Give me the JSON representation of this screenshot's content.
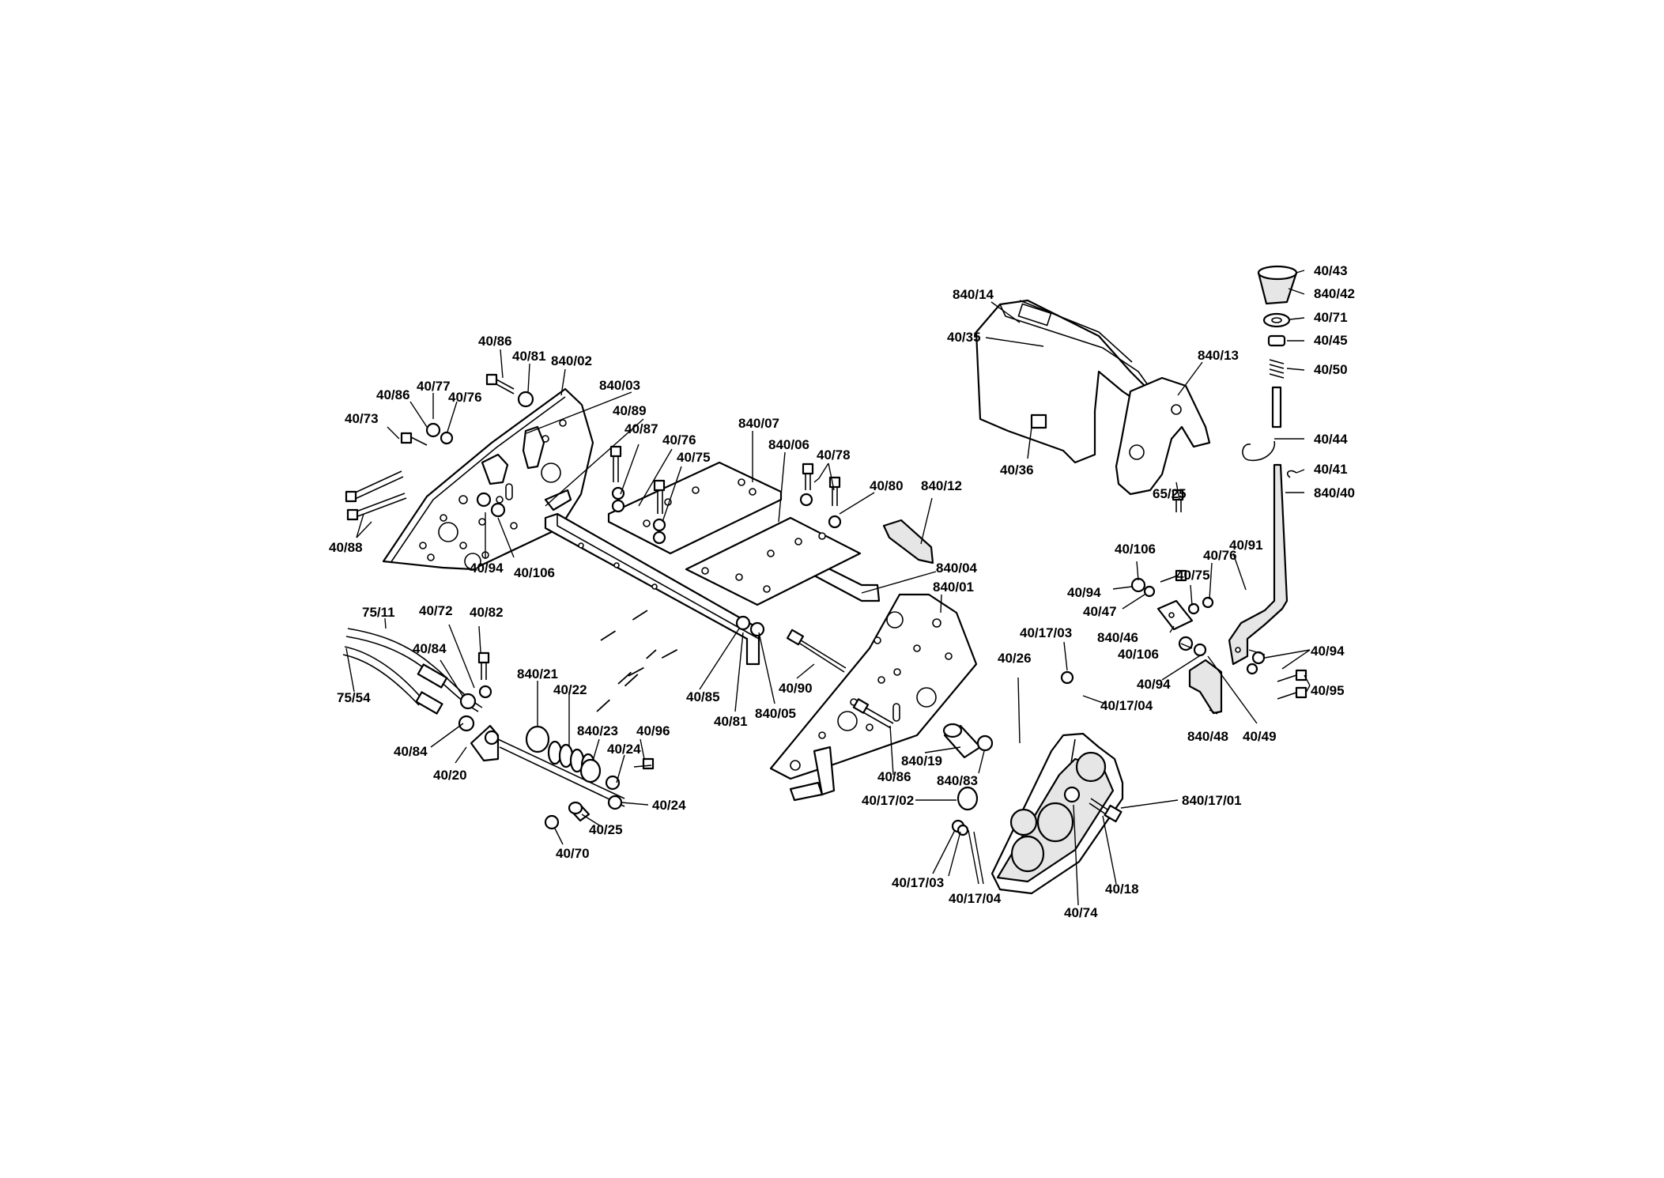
{
  "labels": {
    "p840_14": "840/14",
    "p40_35": "40/35",
    "p40_36": "40/36",
    "p840_13": "840/13",
    "p65_25": "65/25",
    "p40_43": "40/43",
    "p840_42": "840/42",
    "p40_71": "40/71",
    "p40_45": "40/45",
    "p40_50": "40/50",
    "p40_44": "40/44",
    "p40_41": "40/41",
    "p840_40": "840/40",
    "p40_86a": "40/86",
    "p40_81a": "40/81",
    "p840_02": "840/02",
    "p840_03": "840/03",
    "p40_86b": "40/86",
    "p40_77": "40/77",
    "p40_76a": "40/76",
    "p40_73": "40/73",
    "p40_89": "40/89",
    "p40_87": "40/87",
    "p40_76b": "40/76",
    "p40_75a": "40/75",
    "p840_07": "840/07",
    "p840_06": "840/06",
    "p40_78": "40/78",
    "p40_80": "40/80",
    "p840_12": "840/12",
    "p40_88": "40/88",
    "p40_94a": "40/94",
    "p40_106a": "40/106",
    "p840_04": "840/04",
    "p840_01": "840/01",
    "p40_106b": "40/106",
    "p40_91": "40/91",
    "p40_76c": "40/76",
    "p40_75b": "40/75",
    "p40_94b": "40/94",
    "p40_47": "40/47",
    "p840_46": "840/46",
    "p40_106c": "40/106",
    "p40_94c": "40/94",
    "p40_94d": "40/94",
    "p40_95": "40/95",
    "p840_48": "840/48",
    "p40_49": "40/49",
    "p75_11": "75/11",
    "p40_72": "40/72",
    "p40_82": "40/82",
    "p40_84a": "40/84",
    "p75_54": "75/54",
    "p40_84b": "40/84",
    "p40_20": "40/20",
    "p840_21": "840/21",
    "p40_22": "40/22",
    "p840_23": "840/23",
    "p40_96": "40/96",
    "p40_24a": "40/24",
    "p40_24b": "40/24",
    "p40_25": "40/25",
    "p40_70": "40/70",
    "p40_85": "40/85",
    "p40_81b": "40/81",
    "p840_05": "840/05",
    "p40_90": "40/90",
    "p40_86c": "40/86",
    "p840_19": "840/19",
    "p840_83": "840/83",
    "p40_17_03a": "40/17/03",
    "p40_26": "40/26",
    "p40_17_04a": "40/17/04",
    "p40_17_02": "40/17/02",
    "p40_17_03b": "40/17/03",
    "p40_17_04b": "40/17/04",
    "p840_17_01": "840/17/01",
    "p40_18": "40/18",
    "p40_74": "40/74"
  }
}
